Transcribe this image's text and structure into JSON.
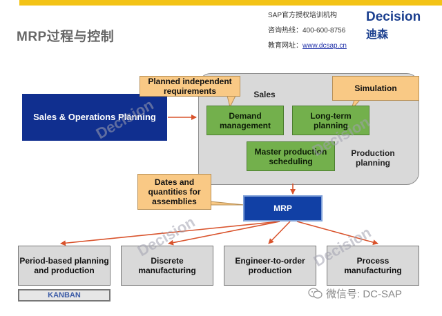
{
  "header": {
    "title": "MRP过程与控制",
    "contact": {
      "line1": "SAP官方授权培训机构",
      "phone_label": "咨询热线：",
      "phone": "400-600-8756",
      "site_label": "教育网址：",
      "site": "www.dcsap.cn"
    },
    "logo": {
      "name_en": "Decision",
      "name_cn": "迪森"
    }
  },
  "diagram": {
    "sales_label": "Sales",
    "production_planning_label": "Production planning",
    "sop": "Sales & Operations Planning",
    "demand_management": "Demand management",
    "long_term_planning": "Long-term planning",
    "mps": "Master production scheduling",
    "callout_planned": "Planned independent requirements",
    "callout_simulation": "Simulation",
    "callout_dates": "Dates and quantities for assemblies",
    "mrp": "MRP",
    "outputs": {
      "period": "Period-based planning and production",
      "discrete": "Discrete manufacturing",
      "eto": "Engineer-to-order production",
      "process": "Process manufacturing"
    },
    "kanban": "KANBAN"
  },
  "watermark": "Decision",
  "footer": {
    "wechat": "微信号: DC-SAP"
  },
  "colors": {
    "accent_bar": "#f3c316",
    "navy": "#102f8f",
    "green": "#73b04c",
    "callout": "#f9c985",
    "arrow": "#d9532c"
  }
}
